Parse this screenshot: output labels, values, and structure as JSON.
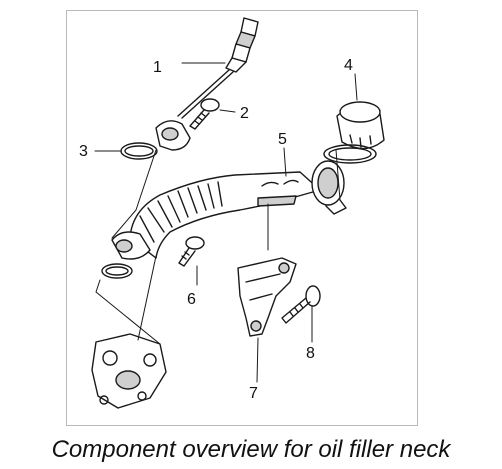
{
  "figure": {
    "caption": "Component overview for oil filler neck",
    "callouts": [
      "1",
      "2",
      "3",
      "4",
      "5",
      "6",
      "7",
      "8"
    ],
    "colors": {
      "frame": "#b9b9b9",
      "ink": "#1a1a1a",
      "fill": "#ffffff",
      "shade": "#cfcfcf"
    }
  }
}
